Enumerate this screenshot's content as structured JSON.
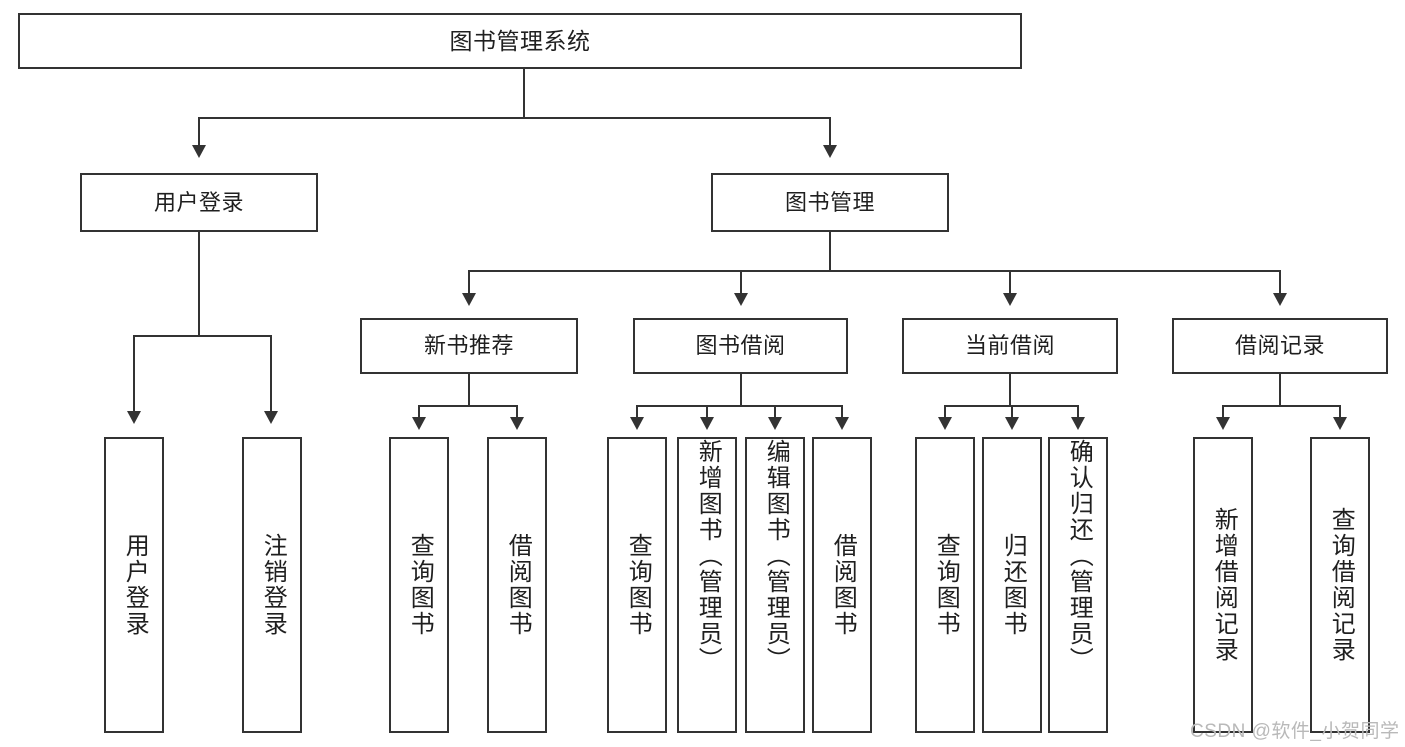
{
  "diagram": {
    "title": "图书管理系统",
    "type": "tree-hierarchy-diagram"
  },
  "root": {
    "label": "图书管理系统"
  },
  "level2": [
    {
      "label": "用户登录"
    },
    {
      "label": "图书管理"
    }
  ],
  "level3": [
    {
      "label": "新书推荐"
    },
    {
      "label": "图书借阅"
    },
    {
      "label": "当前借阅"
    },
    {
      "label": "借阅记录"
    }
  ],
  "leaves": {
    "user_login": [
      {
        "label": "用户登录"
      },
      {
        "label": "注销登录"
      }
    ],
    "new_book_recommend": [
      {
        "label": "查询图书"
      },
      {
        "label": "借阅图书"
      }
    ],
    "book_borrow": [
      {
        "label": "查询图书"
      },
      {
        "label": "新增图书（管理员）"
      },
      {
        "label": "编辑图书（管理员）"
      },
      {
        "label": "借阅图书"
      }
    ],
    "current_borrow": [
      {
        "label": "查询图书"
      },
      {
        "label": "归还图书"
      },
      {
        "label": "确认归还（管理员）"
      }
    ],
    "borrow_record": [
      {
        "label": "新增借阅记录"
      },
      {
        "label": "查询借阅记录"
      }
    ]
  },
  "watermark": {
    "text": "CSDN @软件_小贺同学"
  },
  "colors": {
    "stroke": "#333333",
    "background": "#ffffff",
    "text": "#1f1f1f",
    "watermark": "#b9b9b9"
  }
}
